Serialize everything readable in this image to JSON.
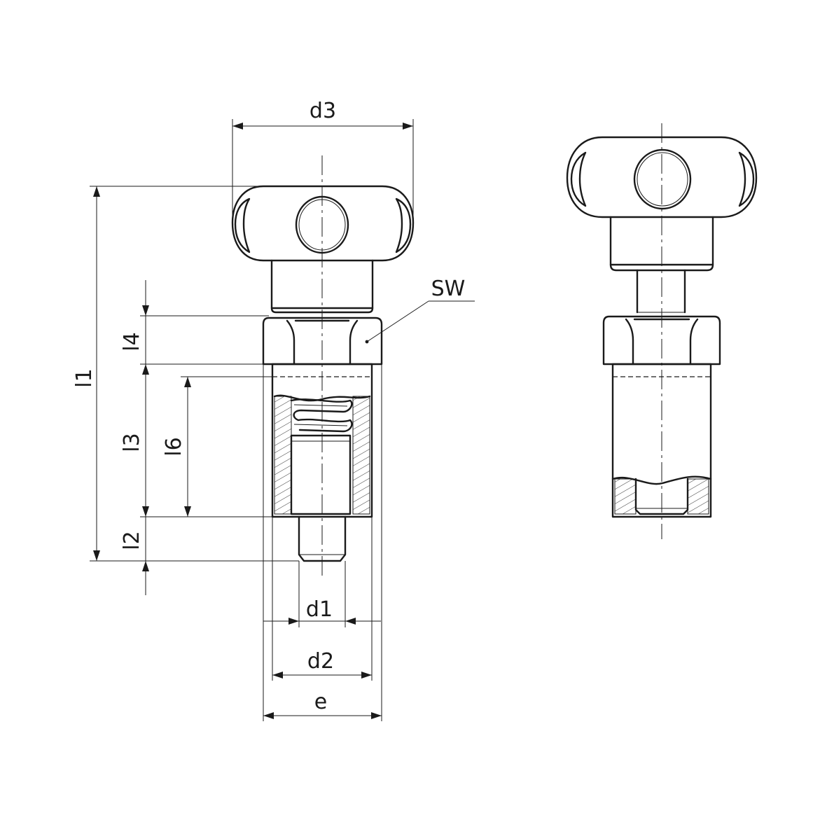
{
  "labels": {
    "d3": "d3",
    "sw": "SW",
    "l1": "l1",
    "l2": "l2",
    "l3": "l3",
    "l4": "l4",
    "l6": "l6",
    "d1": "d1",
    "d2": "d2",
    "e": "e"
  },
  "colors": {
    "line": "#1a1a1a",
    "background": "#ffffff"
  }
}
